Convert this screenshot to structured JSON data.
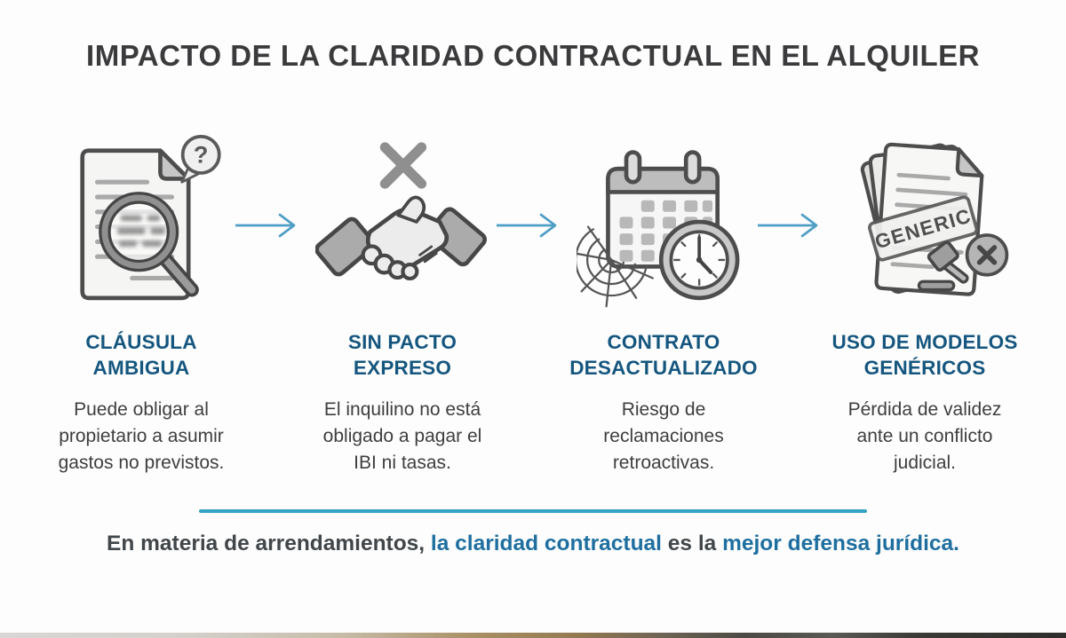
{
  "title": "IMPACTO DE LA CLARIDAD CONTRACTUAL EN EL ALQUILER",
  "columns": [
    {
      "id": "clausula-ambigua",
      "icon": "document-magnifier-question-icon",
      "badge": "?",
      "title_lines": [
        "CLÁUSULA",
        "AMBIGUA"
      ],
      "desc_lines": [
        "Puede obligar al",
        "propietario a asumir",
        "gastos no previstos."
      ]
    },
    {
      "id": "sin-pacto-expreso",
      "icon": "no-handshake-icon",
      "title_lines": [
        "SIN PACTO",
        "EXPRESO"
      ],
      "desc_lines": [
        "El inquilino no está",
        "obligado a pagar el",
        "IBI ni tasas."
      ]
    },
    {
      "id": "contrato-desactualizado",
      "icon": "outdated-calendar-clock-icon",
      "title_lines": [
        "CONTRATO",
        "DESACTUALIZADO"
      ],
      "desc_lines": [
        "Riesgo de",
        "reclamaciones",
        "retroactivas."
      ]
    },
    {
      "id": "uso-modelos-genericos",
      "icon": "generic-documents-gavel-icon",
      "stamp_text": "GENERIC",
      "title_lines": [
        "USO DE MODELOS",
        "GENÉRICOS"
      ],
      "desc_lines": [
        "Pérdida de validez",
        "ante un conflicto",
        "judicial."
      ]
    }
  ],
  "arrow_icon": "right-arrow-icon",
  "footer": {
    "segments": [
      {
        "text": "En materia de arrendamientos, ",
        "emphasis": false
      },
      {
        "text": "la claridad contractual",
        "emphasis": true
      },
      {
        "text": " es la ",
        "emphasis": false
      },
      {
        "text": "mejor defensa jurídica.",
        "emphasis": true
      }
    ]
  },
  "colors": {
    "title-gray": "#3b3b3d",
    "heading-blue": "#15567f",
    "text-gray": "#3e3e3e",
    "accent-teal": "#35a3c4",
    "footer-dark": "#40464a",
    "footer-blue": "#1e6fa0",
    "arrow-blue": "#4f9ec6"
  }
}
